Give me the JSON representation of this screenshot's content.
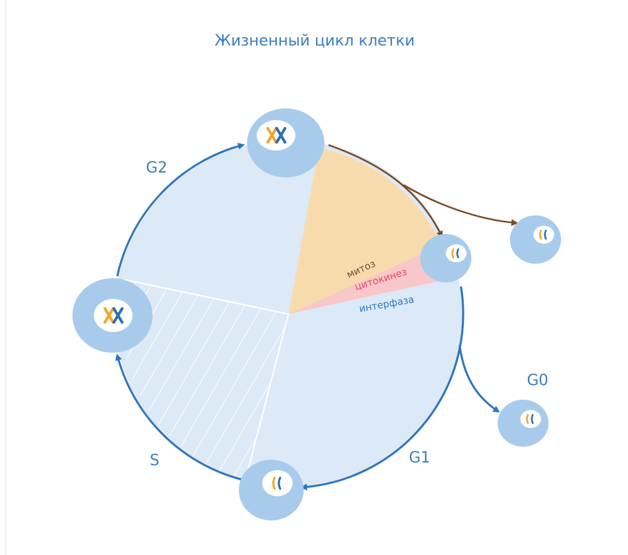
{
  "title": "Жизненный цикл клетки",
  "phases": {
    "g2": "G2",
    "s": "S",
    "g1": "G1",
    "g0": "G0"
  },
  "sectors": {
    "mitosis": "митоз",
    "cytokinesis": "цитокинез",
    "interphase": "интерфаза"
  },
  "colors": {
    "circle_fill": "#dce9f6",
    "cell_fill": "#a8cbec",
    "nucleus_fill": "#ffffff",
    "mitosis_fill": "#f8dbad",
    "cytokinesis_fill": "#f9c6ca",
    "arrow_blue": "#2e76bb",
    "arrow_brown": "#7a4b23",
    "text_blue": "#3a7ebf",
    "text_mitosis": "#6b4d2f",
    "text_cytokinesis": "#e04a5f",
    "text_interphase": "#2e76bb",
    "chromosome_orange": "#f4a52a",
    "chromosome_blue": "#2e6fb4"
  },
  "icons": {
    "cell": "cell-icon",
    "chromosome": "chromosome-icon"
  }
}
